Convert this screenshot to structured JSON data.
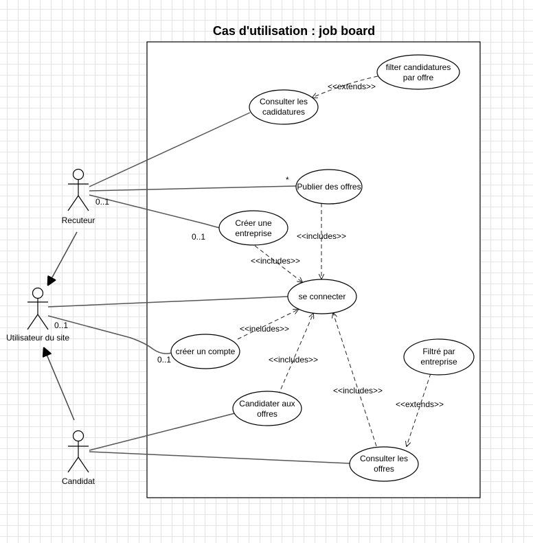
{
  "title": "Cas d'utilisation : job board",
  "actors": {
    "recruiter": "Recuteur",
    "site_user": "Utilisateur du site",
    "candidate": "Candidat"
  },
  "use_cases": {
    "filter_applications": [
      "filter candidatures",
      "par offre"
    ],
    "view_applications": [
      "Consulter les",
      "cadidatures"
    ],
    "publish_offers": [
      "Publier des offres"
    ],
    "create_company": [
      "Créer une",
      "entreprise"
    ],
    "login": [
      "se connecter"
    ],
    "create_account": [
      "créer un compte"
    ],
    "filter_by_company": [
      "Filtré par",
      "entreprise"
    ],
    "apply_offers": [
      "Candidater aux",
      "offres"
    ],
    "view_offers": [
      "Consulter les",
      "offres"
    ]
  },
  "stereotypes": {
    "extends": "<<extends>>",
    "includes": "<<includes>>"
  },
  "multiplicities": {
    "recruiter_publish": "0..1",
    "publish_star": "*",
    "recruiter_company": "0..1",
    "user_account_actor": "0..1",
    "user_account_case": "0..1"
  }
}
